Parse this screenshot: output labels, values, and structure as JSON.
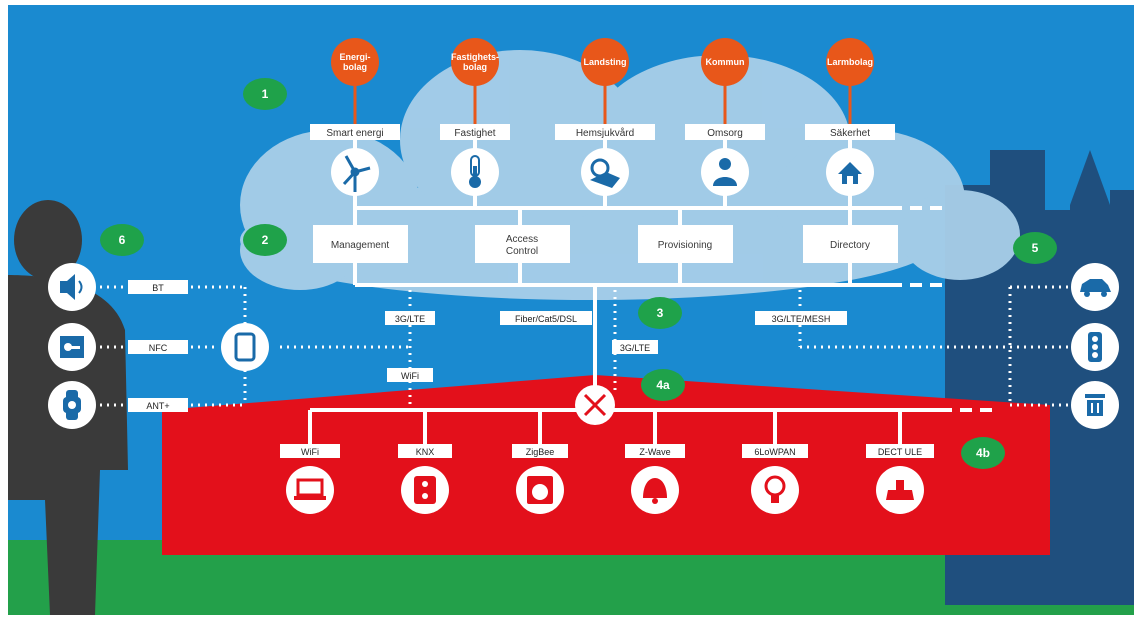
{
  "colors": {
    "sky": "#1a8ad0",
    "cloud": "#a9cfe9",
    "house": "#e3101b",
    "grass": "#23a04a",
    "org": "#e8571a",
    "badge": "#1fa24a",
    "city": "#1f4f7e"
  },
  "orgs": [
    {
      "line1": "Energi-",
      "line2": "bolag"
    },
    {
      "line1": "Fastighets-",
      "line2": "bolag"
    },
    {
      "line1": "Landsting"
    },
    {
      "line1": "Kommun"
    },
    {
      "line1": "Larmbolag"
    }
  ],
  "services": [
    {
      "label": "Smart energi",
      "icon": "wind-turbine-icon"
    },
    {
      "label": "Fastighet",
      "icon": "thermometer-icon"
    },
    {
      "label": "Hemsjukvård",
      "icon": "stethoscope-icon"
    },
    {
      "label": "Omsorg",
      "icon": "caregiver-icon"
    },
    {
      "label": "Säkerhet",
      "icon": "home-security-icon"
    }
  ],
  "platform": [
    {
      "line1": "Management"
    },
    {
      "line1": "Access",
      "line2": "Control"
    },
    {
      "line1": "Provisioning"
    },
    {
      "line1": "Directory"
    }
  ],
  "connections": [
    "3G/LTE",
    "Fiber/Cat5/DSL",
    "3G/LTE",
    "3G/LTE/MESH",
    "WiFi"
  ],
  "personal": [
    "BT",
    "NFC",
    "ANT+"
  ],
  "home": [
    "WiFi",
    "KNX",
    "ZigBee",
    "Z-Wave",
    "6LoWPAN",
    "DECT ULE"
  ],
  "badges": [
    "1",
    "2",
    "3",
    "4a",
    "4b",
    "5",
    "6"
  ],
  "icons": {
    "personal": [
      "speaker-icon",
      "key-card-icon",
      "smartwatch-icon",
      "tablet-icon"
    ],
    "city": [
      "car-icon",
      "traffic-light-icon",
      "trash-bin-icon"
    ],
    "home": [
      "laptop-icon",
      "power-socket-icon",
      "washing-machine-icon",
      "alarm-bell-icon",
      "light-bulb-icon",
      "cordless-phone-icon"
    ],
    "hub": "router-icon"
  }
}
